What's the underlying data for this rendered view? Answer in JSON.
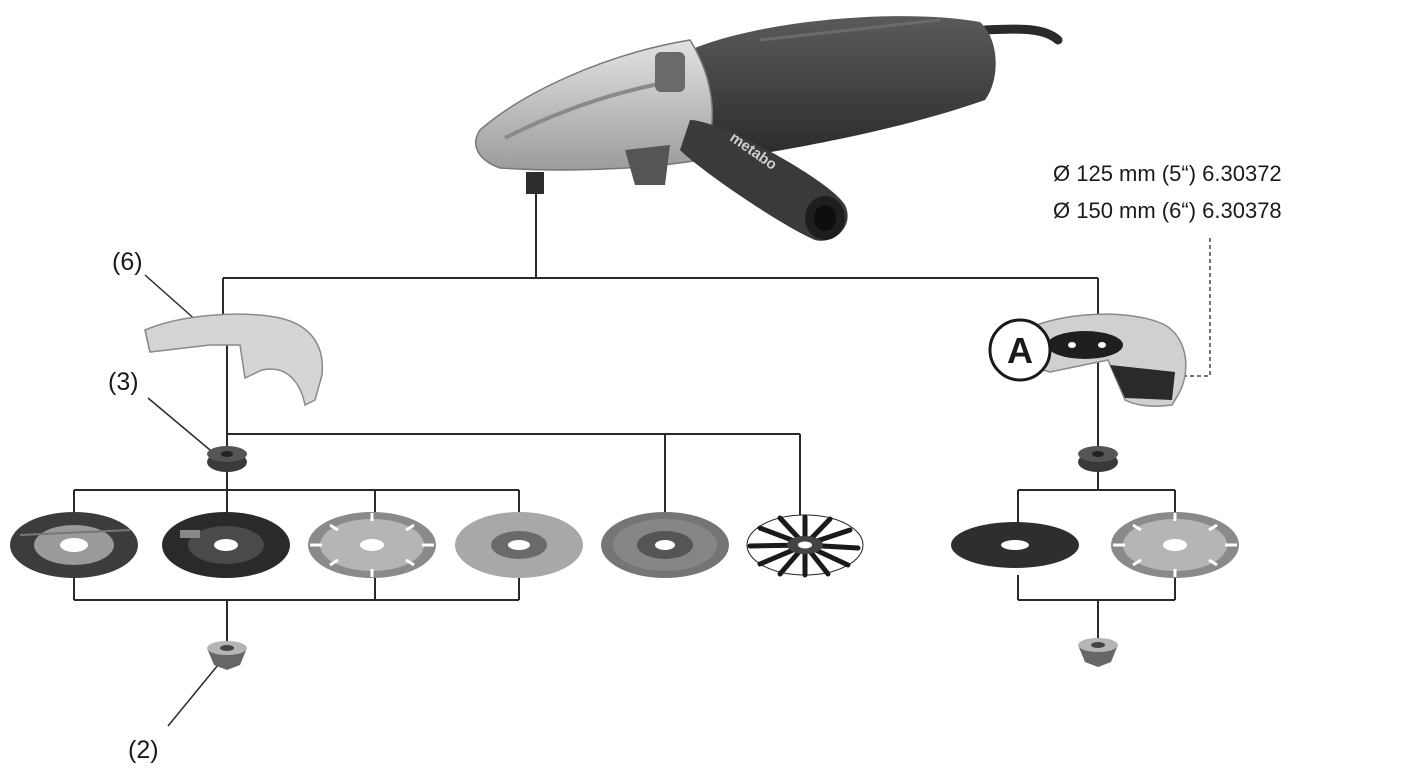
{
  "brand": "metabo",
  "callouts": {
    "c6": "(6)",
    "c3": "(3)",
    "c2": "(2)"
  },
  "badge": "A",
  "specs": [
    "Ø 125 mm (5“) 6.30372",
    "Ø 150 mm (6“) 6.30378"
  ],
  "colors": {
    "tool_body": "#3a3a3a",
    "tool_head": "#bdbdbd",
    "guard": "#d2d2d2",
    "line": "#2a2a2a"
  }
}
